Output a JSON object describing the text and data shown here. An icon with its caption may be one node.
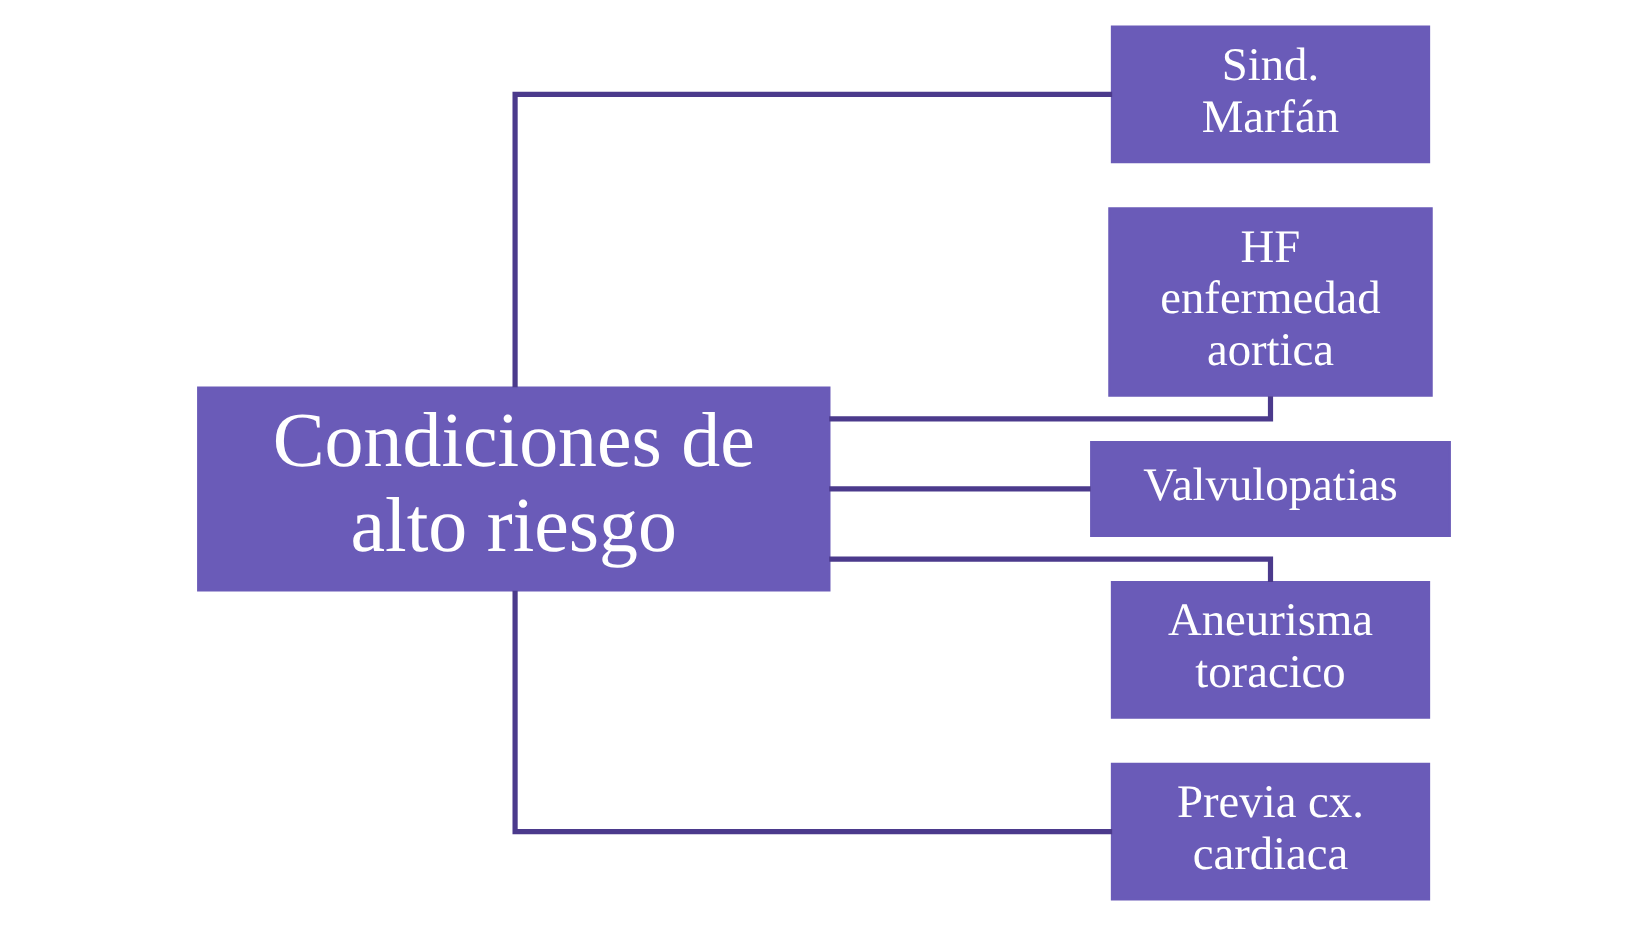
{
  "diagram": {
    "nodes": [
      {
        "text": [
          "Condiciones de alto riesgo"
        ]
      },
      {
        "text": [
          "Sind. Marfán"
        ]
      },
      {
        "text": [
          "HF enfermedad aortica"
        ]
      },
      {
        "text": [
          "Valvulopatias"
        ]
      },
      {
        "text": [
          "Aneurisma toracico"
        ]
      },
      {
        "text": [
          "Previa cx. cardiaca"
        ]
      }
    ],
    "edges": [
      {
        "from": 0,
        "to": 1,
        "arrow": "none"
      },
      {
        "from": 0,
        "to": 2,
        "arrow": "none"
      },
      {
        "from": 0,
        "to": 3,
        "arrow": "none"
      },
      {
        "from": 0,
        "to": 4,
        "arrow": "none"
      },
      {
        "from": 0,
        "to": 5,
        "arrow": "none"
      }
    ]
  }
}
